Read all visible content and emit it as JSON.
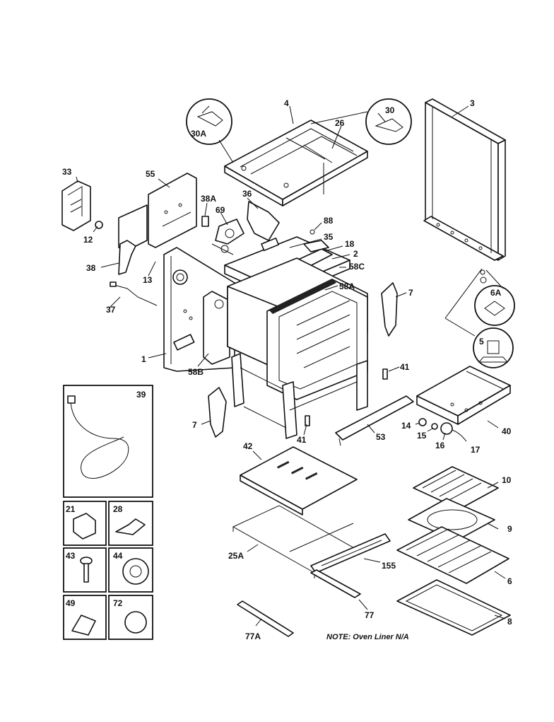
{
  "diagram": {
    "labels": {
      "l3": "3",
      "l4": "4",
      "l26": "26",
      "l30": "30",
      "l30A": "30A",
      "l33": "33",
      "l55": "55",
      "l38A": "38A",
      "l36": "36",
      "l69": "69",
      "l88": "88",
      "l35": "35",
      "l18": "18",
      "l2": "2",
      "l58C": "58C",
      "l12": "12",
      "l38": "38",
      "l13": "13",
      "l58A": "58A",
      "l7a": "7",
      "l6A": "6A",
      "l37": "37",
      "l1": "1",
      "l58B": "58B",
      "l5": "5",
      "l41a": "41",
      "l39": "39",
      "l7b": "7",
      "l41b": "41",
      "l53": "53",
      "l14": "14",
      "l15": "15",
      "l16": "16",
      "l17": "17",
      "l40": "40",
      "l42": "42",
      "l10": "10",
      "l9": "9",
      "l21": "21",
      "l28": "28",
      "l25A": "25A",
      "l155": "155",
      "l6": "6",
      "l43": "43",
      "l44": "44",
      "l49": "49",
      "l72": "72",
      "l77": "77",
      "l8": "8",
      "l77A": "77A"
    },
    "note": "NOTE: Oven Liner N/A"
  }
}
